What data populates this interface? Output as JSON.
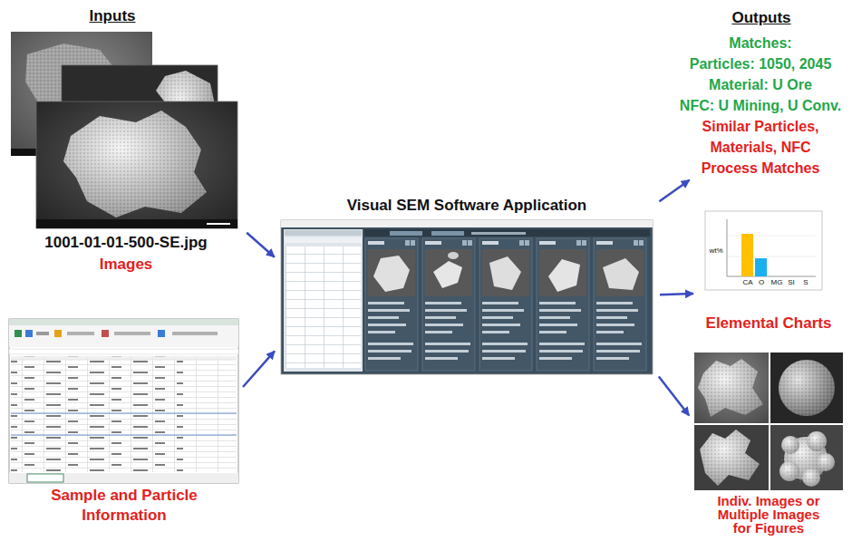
{
  "diagram": {
    "nodes": [
      {
        "text": [
          "1001-01-01-500-SE.jpg",
          "Images"
        ]
      },
      {
        "text": [
          "Sample and Particle Information"
        ]
      },
      {
        "text": [
          "Visual SEM Software Application"
        ]
      },
      {
        "text": [
          "Matches:",
          "Particles: 1050, 2045",
          "Material: U Ore",
          "NFC: U Mining, U Conv.",
          "Similar Particles, Materials, NFC Process Matches"
        ]
      },
      {
        "text": [
          "wt%",
          "CA",
          "O",
          "MG",
          "SI",
          "S",
          "Elemental Charts"
        ]
      },
      {
        "text": [
          "Indiv. Images or Multiple Images for Figures"
        ]
      }
    ],
    "edges": [
      {
        "from": 0,
        "to": 2,
        "arrow": "to"
      },
      {
        "from": 1,
        "to": 2,
        "arrow": "to"
      },
      {
        "from": 2,
        "to": 3,
        "arrow": "to"
      },
      {
        "from": 2,
        "to": 4,
        "arrow": "to"
      },
      {
        "from": 2,
        "to": 5,
        "arrow": "to"
      }
    ],
    "labels": [
      "Inputs",
      "Outputs"
    ]
  }
}
